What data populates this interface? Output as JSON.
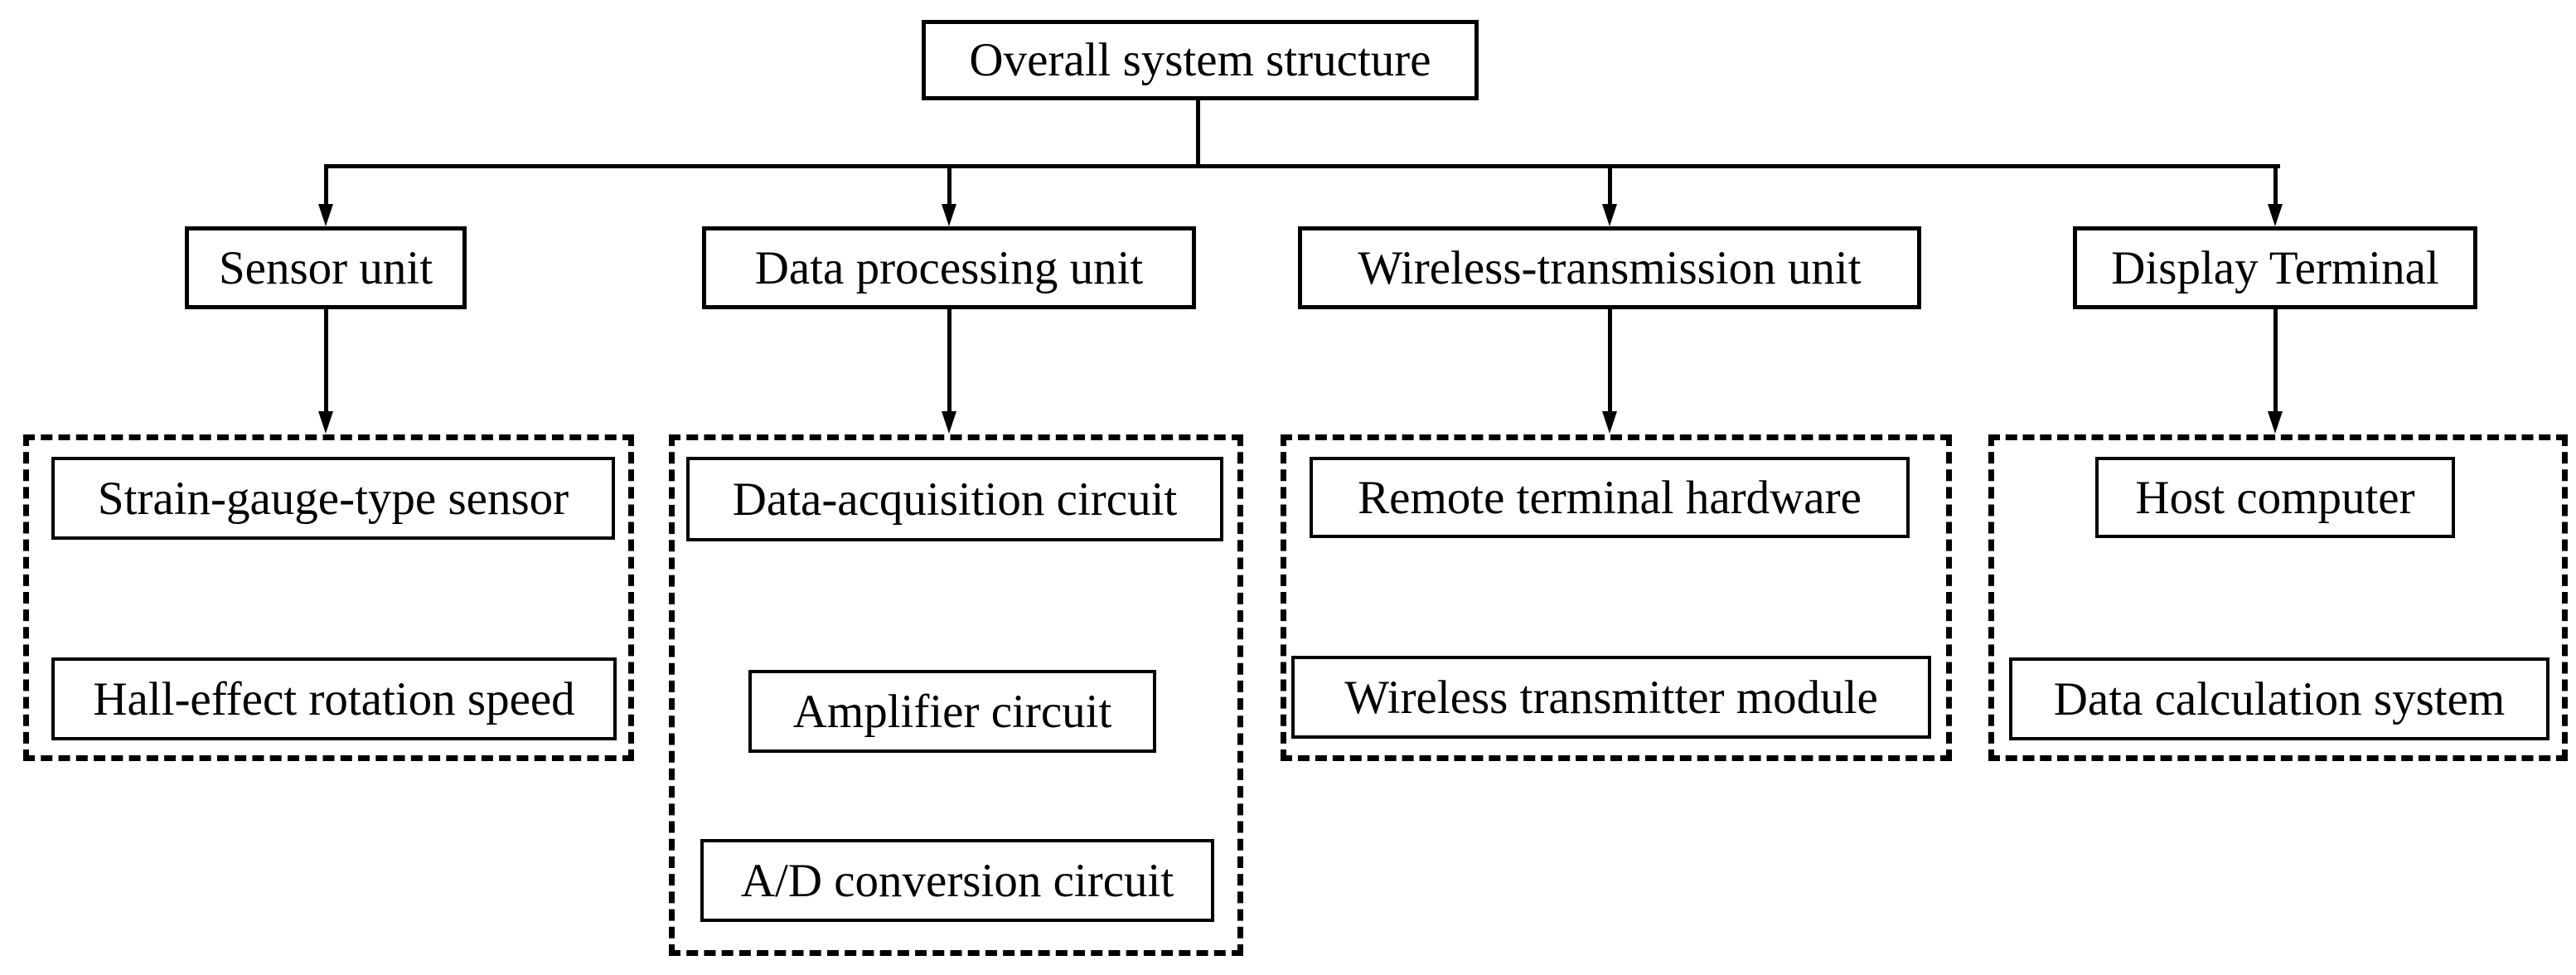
{
  "diagram": {
    "root": {
      "label": "Overall system structure"
    },
    "branches": [
      {
        "label": "Sensor unit",
        "children": [
          {
            "label": "Strain-gauge-type sensor"
          },
          {
            "label": "Hall-effect rotation speed"
          }
        ]
      },
      {
        "label": "Data processing unit",
        "children": [
          {
            "label": "Data-acquisition circuit"
          },
          {
            "label": "Amplifier circuit"
          },
          {
            "label": "A/D conversion circuit"
          }
        ]
      },
      {
        "label": "Wireless-transmission unit",
        "children": [
          {
            "label": "Remote terminal hardware"
          },
          {
            "label": "Wireless transmitter module"
          }
        ]
      },
      {
        "label": "Display Terminal",
        "children": [
          {
            "label": "Host computer"
          },
          {
            "label": "Data calculation system"
          }
        ]
      }
    ],
    "colors": {
      "line": "#000000",
      "text": "#000000",
      "background": "#ffffff",
      "node_fill": "#ffffff"
    }
  }
}
